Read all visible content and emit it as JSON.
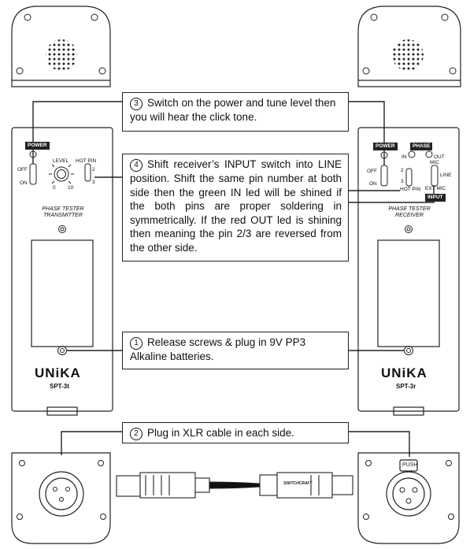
{
  "callouts": {
    "c3": {
      "num": "3",
      "text": "Switch on the power and tune level then you will hear the click tone."
    },
    "c4": {
      "num": "4",
      "text": "Shift receiver’s INPUT switch into LINE position. Shift the same pin number at both side then the green IN led will be shined if the both pins are proper soldering in symmetrically. If the red OUT led is shining then meaning the pin 2/3 are reversed from the other side."
    },
    "c1": {
      "num": "1",
      "text": "Release screws & plug in 9V PP3 Alkaline batteries."
    },
    "c2": {
      "num": "2",
      "text": "Plug in XLR cable in each side."
    }
  },
  "transmitter": {
    "power_tag": "POWER",
    "off": "OFF",
    "on": "ON",
    "level": "LEVEL",
    "level_min": "0",
    "level_max": "10",
    "hot_pin": "HOT PIN",
    "pin2": "2",
    "pin3": "3",
    "title_line1": "PHASE TESTER",
    "title_line2": "TRANSMITTER",
    "brand": "UNiKA",
    "model": "SPT-3t"
  },
  "receiver": {
    "power_tag": "POWER",
    "phase_tag": "PHASE",
    "in": "IN",
    "out": "OUT",
    "off": "OFF",
    "on": "ON",
    "mic": "MIC",
    "line": "LINE",
    "ext_mic": "EXT MIC",
    "input_tag": "INPUT",
    "hot_pin": "HOT PIN",
    "pin2": "2",
    "pin3": "3",
    "title_line1": "PHASE TESTER",
    "title_line2": "RECEIVER",
    "brand": "UNiKA",
    "model": "SPT-3r"
  },
  "connectors": {
    "push_label": "PUSH",
    "cable_brand": "SWITCHCRAFT"
  }
}
